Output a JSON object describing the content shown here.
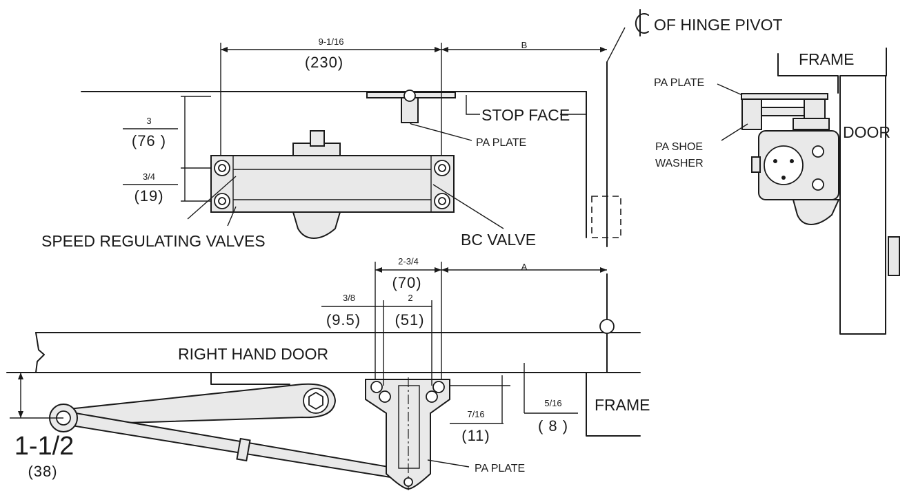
{
  "labels": {
    "hinge_pivot": "OF HINGE PIVOT",
    "frame_top": "FRAME",
    "frame_bottom": "FRAME",
    "door": "DOOR",
    "pa_plate_side": "PA PLATE",
    "pa_shoe_washer_1": "PA SHOE",
    "pa_shoe_washer_2": "WASHER",
    "stop_face": "STOP FACE",
    "pa_plate_top": "PA PLATE",
    "pa_plate_bottom": "PA PLATE",
    "speed_valves": "SPEED REGULATING VALVES",
    "bc_valve": "BC VALVE",
    "right_hand_door": "RIGHT HAND DOOR"
  },
  "dimensions": {
    "d_9_1_16": {
      "in": "9-1/16",
      "mm": "(230)"
    },
    "d_b": {
      "in": "B"
    },
    "d_3": {
      "in": "3",
      "mm": "(76 )"
    },
    "d_3_4": {
      "in": "3/4",
      "mm": "(19)"
    },
    "d_2_3_4": {
      "in": "2-3/4",
      "mm": "(70)"
    },
    "d_a": {
      "in": "A"
    },
    "d_3_8": {
      "in": "3/8",
      "mm": "(9.5)"
    },
    "d_2": {
      "in": "2",
      "mm": "(51)"
    },
    "d_7_16": {
      "in": "7/16",
      "mm": "(11)"
    },
    "d_5_16": {
      "in": "5/16",
      "mm": "( 8 )"
    },
    "d_1_1_2": {
      "in": "1-1/2",
      "mm": "(38)"
    }
  }
}
